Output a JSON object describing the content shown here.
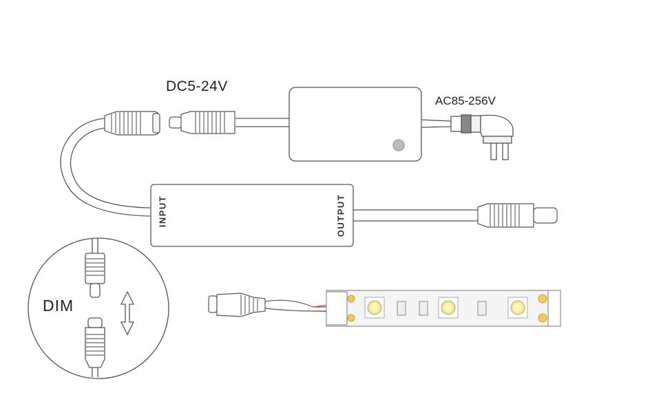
{
  "labels": {
    "dc_input": "DC5-24V",
    "ac_input": "AC85-256V",
    "controller_input": "INPUT",
    "controller_output": "OUTPUT",
    "dim_label": "DIM"
  },
  "icons": {
    "power_adapter": "power-adapter-icon",
    "plug": "ac-plug-icon",
    "dc_male": "dc-male-connector-icon",
    "dc_female": "dc-female-connector-icon",
    "led_strip": "led-strip-icon",
    "arrow": "double-arrow-icon"
  },
  "colors": {
    "line": "#555555",
    "led_yellow": "#fff3a8",
    "led_core": "#f6e27a",
    "strip_pad": "#f2c95c",
    "strip_body": "#f4f4f4",
    "wire_red": "#d64545"
  }
}
